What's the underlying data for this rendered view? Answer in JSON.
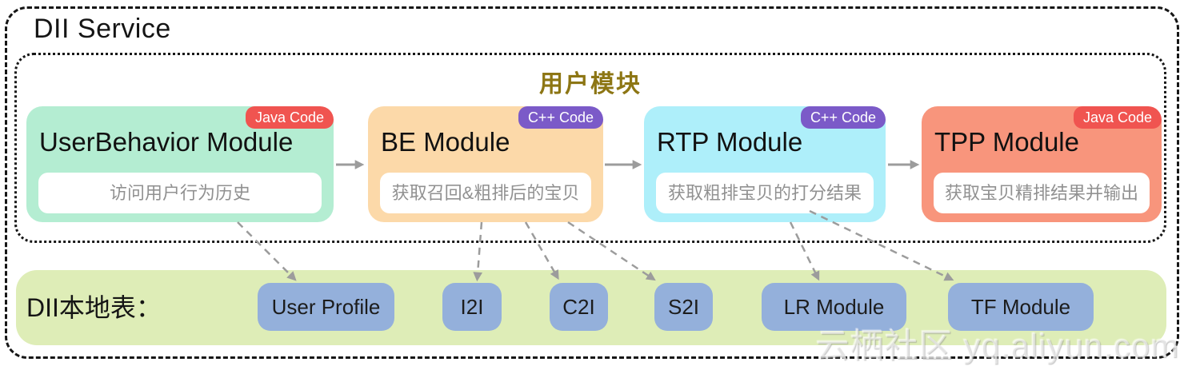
{
  "service": {
    "title": "DII Service"
  },
  "user_module_group": {
    "title": "用户模块",
    "title_color": "#8D7614"
  },
  "modules": [
    {
      "name": "UserBehavior Module",
      "badge": "Java Code",
      "badge_color": "#F05450",
      "bg": "#B4EDD2",
      "desc": "访问用户行为历史"
    },
    {
      "name": "BE Module",
      "badge": "C++ Code",
      "badge_color": "#7B5AC8",
      "bg": "#FCD9A9",
      "desc": "获取召回&粗排后的宝贝"
    },
    {
      "name": "RTP Module",
      "badge": "C++ Code",
      "badge_color": "#7B5AC8",
      "bg": "#AEEFFA",
      "desc": "获取粗排宝贝的打分结果"
    },
    {
      "name": "TPP Module",
      "badge": "Java Code",
      "badge_color": "#F05450",
      "bg": "#F8957C",
      "desc": "获取宝贝精排结果并输出"
    }
  ],
  "local_tables": {
    "label": "DII本地表：",
    "bar_color": "#DEEDB7",
    "item_color": "#94B0DB",
    "items": [
      "User Profile",
      "I2I",
      "C2I",
      "S2I",
      "LR Module",
      "TF Module"
    ]
  },
  "connections": {
    "pipeline": [
      [
        "UserBehavior Module",
        "BE Module"
      ],
      [
        "BE Module",
        "RTP Module"
      ],
      [
        "RTP Module",
        "TPP Module"
      ]
    ],
    "table_links": [
      [
        "UserBehavior Module",
        "User Profile"
      ],
      [
        "BE Module",
        "I2I"
      ],
      [
        "BE Module",
        "C2I"
      ],
      [
        "BE Module",
        "S2I"
      ],
      [
        "RTP Module",
        "LR Module"
      ],
      [
        "RTP Module",
        "TF Module"
      ]
    ]
  },
  "arrow_color": "#9C9C9C",
  "watermark": "云栖社区 yq.aliyun.com"
}
